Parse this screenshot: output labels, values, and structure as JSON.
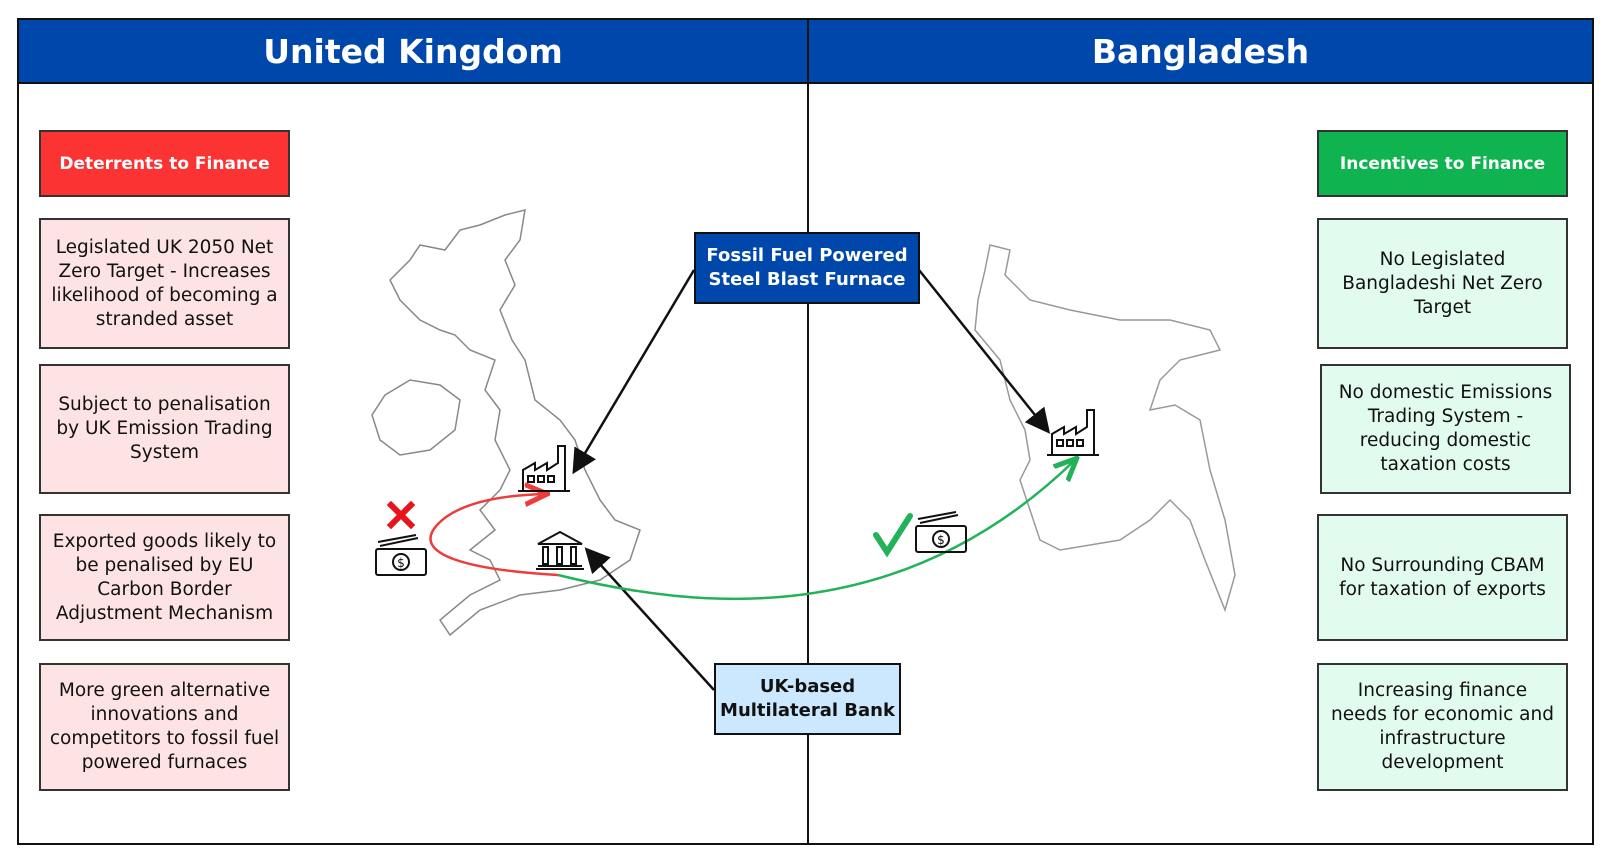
{
  "headers": {
    "left": "United Kingdom",
    "right": "Bangladesh"
  },
  "left": {
    "category": "Deterrents to Finance",
    "items": [
      "Legislated UK 2050 Net Zero Target - Increases likelihood of becoming a stranded asset",
      "Subject to penalisation by UK Emission Trading System",
      "Exported goods likely to be penalised by EU Carbon Border Adjustment Mechanism",
      "More green alternative innovations and competitors to fossil fuel powered furnaces"
    ]
  },
  "right": {
    "category": "Incentives to Finance",
    "items": [
      "No Legislated Bangladeshi Net Zero Target",
      "No domestic Emissions Trading System - reducing domestic taxation costs",
      "No Surrounding CBAM for taxation of exports",
      "Increasing finance needs for economic and infrastructure development"
    ]
  },
  "center": {
    "furnace": "Fossil Fuel Powered Steel Blast Furnace",
    "bank": "UK-based Multilateral Bank"
  },
  "colors": {
    "header": "#0047ab",
    "deterrent": "#fc3333",
    "incentive": "#0fb450",
    "bank_box": "#cce8ff"
  }
}
